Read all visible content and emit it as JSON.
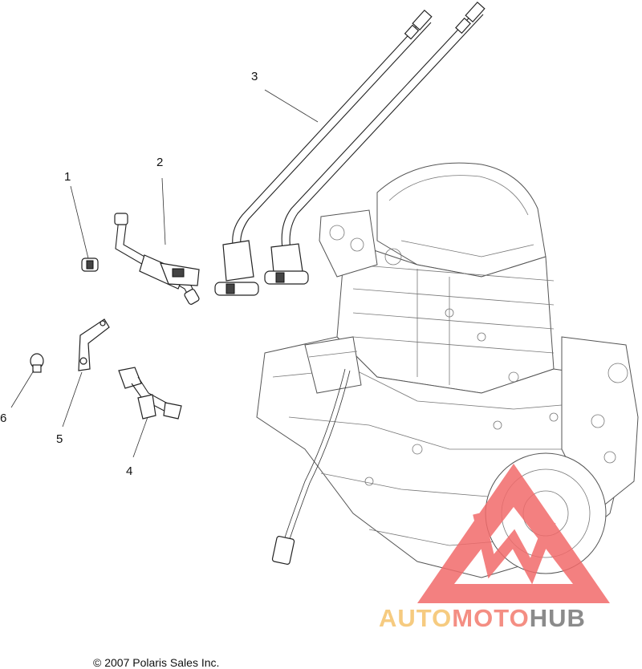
{
  "callouts": [
    {
      "id": "1",
      "label": "1"
    },
    {
      "id": "2",
      "label": "2"
    },
    {
      "id": "3",
      "label": "3"
    },
    {
      "id": "4",
      "label": "4"
    },
    {
      "id": "5",
      "label": "5"
    },
    {
      "id": "6",
      "label": "6"
    }
  ],
  "watermark": {
    "part1": "AUTO",
    "part2": "MOTO",
    "part3": "HUB",
    "colors": {
      "auto": "#f5c26b",
      "moto": "#f37b6e",
      "hub": "#777777",
      "triangle": "#f26b6b"
    }
  },
  "footer": {
    "copyright": "© 2007 Polaris Sales Inc."
  }
}
